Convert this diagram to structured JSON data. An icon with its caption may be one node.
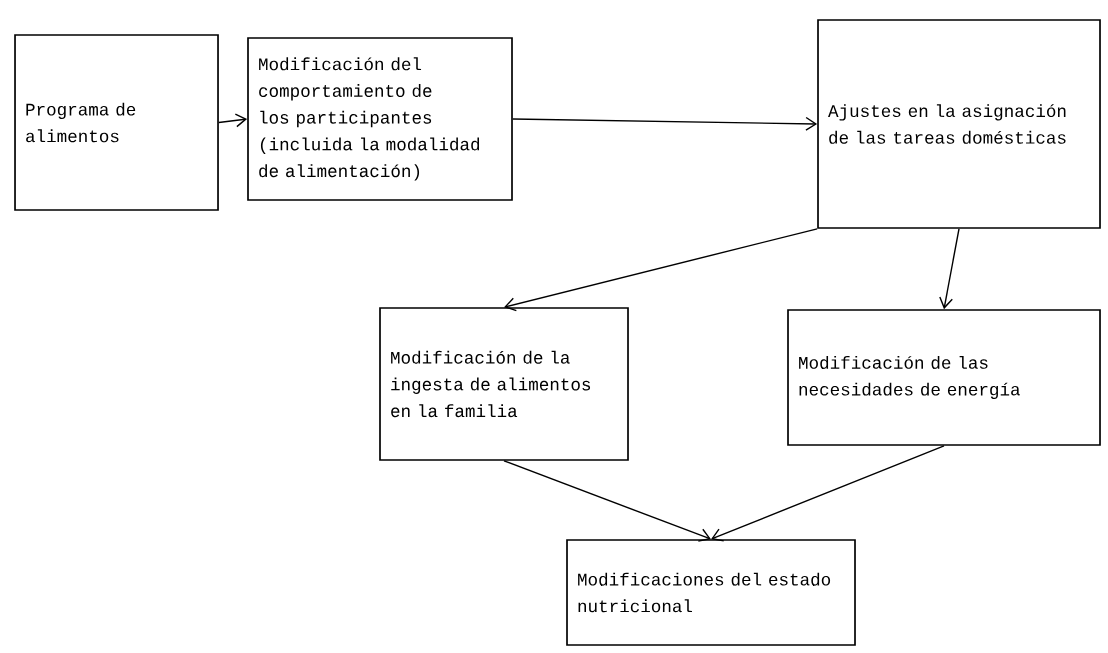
{
  "diagram": {
    "nodes": [
      {
        "text": [
          "Programa de alimentos"
        ]
      },
      {
        "text": [
          "Modificación del comportamiento de los participantes (incluida la modalidad de alimentación)"
        ]
      },
      {
        "text": [
          "Ajustes en la asignación de las tareas domésticas"
        ]
      },
      {
        "text": [
          "Modificación de la ingesta de alimentos en la familia"
        ]
      },
      {
        "text": [
          "Modificación de las necesidades de energía"
        ]
      },
      {
        "text": [
          "Modificaciones del estado nutricional"
        ]
      }
    ],
    "edges": [
      {
        "from": 0,
        "to": 1,
        "arrow": "to"
      },
      {
        "from": 1,
        "to": 2,
        "arrow": "to"
      },
      {
        "from": 2,
        "to": 3,
        "arrow": "to"
      },
      {
        "from": 2,
        "to": 4,
        "arrow": "to"
      },
      {
        "from": 3,
        "to": 5,
        "arrow": "to"
      },
      {
        "from": 4,
        "to": 5,
        "arrow": "to"
      }
    ]
  }
}
